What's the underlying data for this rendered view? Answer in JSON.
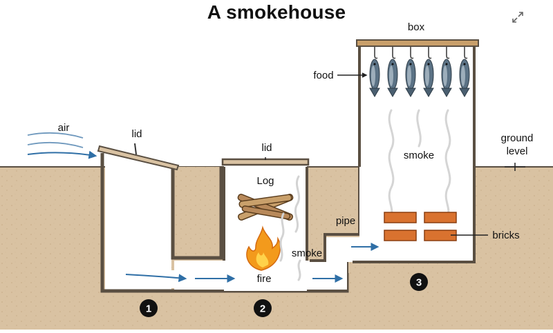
{
  "title": "A smokehouse",
  "labels": {
    "air": "air",
    "lid_left": "lid",
    "lid_middle": "lid",
    "log": "Log",
    "fire": "fire",
    "smoke_middle": "smoke",
    "pipe": "pipe",
    "box": "box",
    "food": "food",
    "smoke_box": "smoke",
    "ground_level": [
      "ground",
      "level"
    ],
    "bricks": "bricks"
  },
  "markers": [
    "1",
    "2",
    "3"
  ],
  "icons": {
    "expand": "expand-arrows-icon",
    "fish": "fish-icon",
    "flame": "flame-icon"
  },
  "colors": {
    "soil": "#d9c2a2",
    "soil_dark": "#c9ae8a",
    "wall": "#5a4f42",
    "interior": "#ffffff",
    "arrow": "#2f6fa6",
    "wood": "#c9a06b",
    "brick": "#d9722f",
    "fish": "#5b7285",
    "flame": "#f39a1c",
    "marker": "#111111"
  }
}
